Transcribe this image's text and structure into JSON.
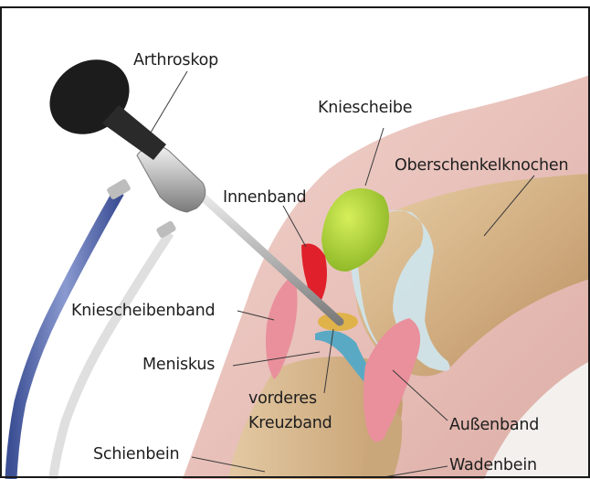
{
  "labels": {
    "arthroskop": "Arthroskop",
    "kniescheibe": "Kniescheibe",
    "oberschenkelknochen": "Oberschenkelknochen",
    "innenband": "Innenband",
    "kniescheibenband": "Kniescheibenband",
    "meniskus": "Meniskus",
    "vorderes_kreuzband_line1": "vorderes",
    "vorderes_kreuzband_line2": "Kreuzband",
    "aussenband": "Außenband",
    "schienbein": "Schienbein",
    "wadenbein": "Wadenbein"
  },
  "colors": {
    "frame": "#1a1a1a",
    "background": "#ffffff",
    "skin": "#e9c3bd",
    "bone": "#d8bb93",
    "cartilage": "#cfe4ea",
    "patella": "#b5d83a",
    "ligament_red": "#e0202a",
    "ligament_pink": "#e9909c",
    "meniscus": "#e0b24a",
    "cruciate": "#5aa9c4",
    "scope_black": "#1c1c1c",
    "tube_blue": "#5d6fb0",
    "tube_clear": "#dcdcdc"
  }
}
